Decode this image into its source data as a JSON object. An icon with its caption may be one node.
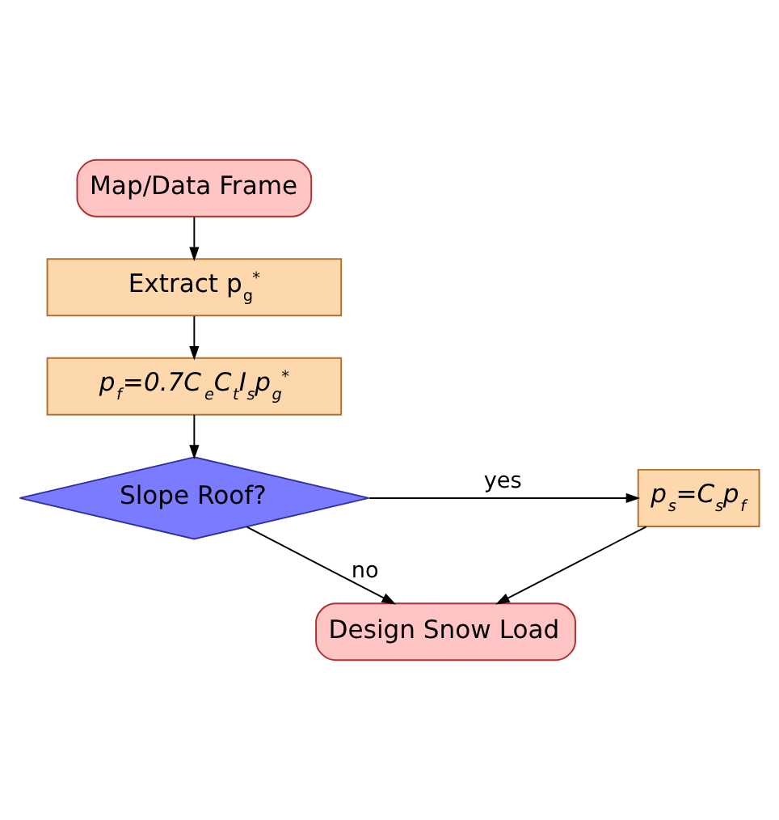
{
  "diagram": {
    "nodes": [
      {
        "text": [
          "Map/Data Frame"
        ]
      },
      {
        "text": [
          "Extract p$_{g}$$^{*}$"
        ]
      },
      {
        "text": [
          "p$_{f}$=0.7C$_{e}$C$_{t}$I$_{s}$p$_{g}$$^{*}$"
        ]
      },
      {
        "text": [
          "Slope Roof?"
        ]
      },
      {
        "text": [
          "p$_{s}$=C$_{s}$p$_{f}$"
        ]
      },
      {
        "text": [
          "Design Snow Load"
        ]
      }
    ],
    "edges": [
      {
        "from": 0,
        "to": 1,
        "arrow": "to"
      },
      {
        "from": 1,
        "to": 2,
        "arrow": "to"
      },
      {
        "from": 2,
        "to": 3,
        "arrow": "to"
      },
      {
        "from": 3,
        "to": 4,
        "arrow": "to",
        "label": "yes"
      },
      {
        "from": 3,
        "to": 5,
        "arrow": "to",
        "label": "no"
      },
      {
        "from": 4,
        "to": 5,
        "arrow": "to"
      }
    ]
  }
}
